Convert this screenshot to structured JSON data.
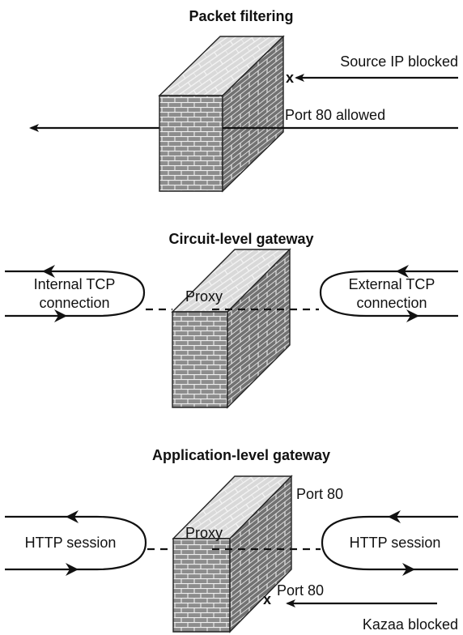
{
  "colors": {
    "ink": "#111111",
    "wall_top": "#d8d8d8",
    "wall_front": "#8a8a8a",
    "wall_side": "#6e6e6e",
    "mortar": "#f2f2f2"
  },
  "sections": {
    "packet": {
      "title": "Packet filtering",
      "blocked_mark": "x",
      "blocked_label": "Source IP blocked",
      "allowed_label": "Port 80 allowed"
    },
    "circuit": {
      "title": "Circuit-level gateway",
      "proxy_label": "Proxy",
      "internal_label_1": "Internal TCP",
      "internal_label_2": "connection",
      "external_label_1": "External TCP",
      "external_label_2": "connection"
    },
    "application": {
      "title": "Application-level gateway",
      "proxy_label": "Proxy",
      "port_top_label": "Port 80",
      "left_session_label": "HTTP session",
      "right_session_label": "HTTP session",
      "blocked_mark": "x",
      "port_bottom_label": "Port 80",
      "blocked_label": "Kazaa blocked"
    }
  }
}
